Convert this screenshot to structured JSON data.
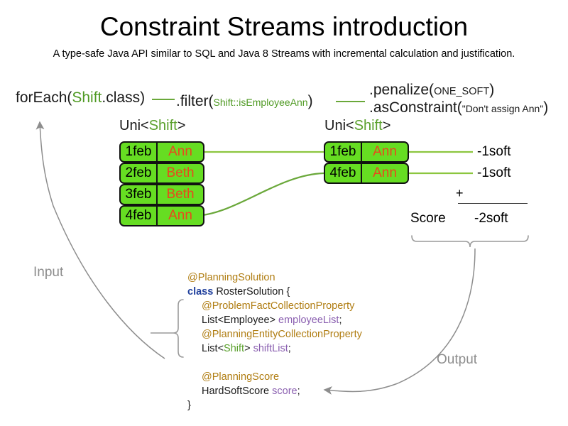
{
  "heading": {
    "title": "Constraint Streams introduction",
    "subtitle": "A type-safe Java API similar to SQL and Java 8 Streams with incremental calculation and justification."
  },
  "api_pipeline": {
    "for_each": {
      "call": "forEach(",
      "type": "Shift",
      "tail": ".class)"
    },
    "filter": {
      "call": ".filter(",
      "type": "Shift",
      "method": "::isEmployeeAnn",
      "tail": ")"
    },
    "penalize": {
      "call": ".penalize(",
      "arg": "ONE_SOFT",
      "tail": ")"
    },
    "as_constraint": {
      "call": ".asConstraint(",
      "arg": "\"Don't assign Ann\"",
      "tail": ")"
    }
  },
  "streams": {
    "left": {
      "label_prefix": "Uni<",
      "label_type": "Shift",
      "label_suffix": ">",
      "rows": [
        {
          "date": "1feb",
          "employee": "Ann"
        },
        {
          "date": "2feb",
          "employee": "Beth"
        },
        {
          "date": "3feb",
          "employee": "Beth"
        },
        {
          "date": "4feb",
          "employee": "Ann"
        }
      ]
    },
    "right": {
      "label_prefix": "Uni<",
      "label_type": "Shift",
      "label_suffix": ">",
      "rows": [
        {
          "date": "1feb",
          "employee": "Ann",
          "penalty": "-1soft"
        },
        {
          "date": "4feb",
          "employee": "Ann",
          "penalty": "-1soft"
        }
      ]
    }
  },
  "score": {
    "operator": "+",
    "label": "Score",
    "total": "-2soft"
  },
  "flow": {
    "input_label": "Input",
    "output_label": "Output"
  },
  "code": {
    "l1_annotation": "@PlanningSolution",
    "l2_keyword": "class",
    "l2_rest": " RosterSolution {",
    "l3_annotation": "@ProblemFactCollectionProperty",
    "l4_type": "List<Employee> ",
    "l4_field": "employeeList",
    "l4_semi": ";",
    "l5_annotation": "@PlanningEntityCollectionProperty",
    "l6_type_a": "List<",
    "l6_type_b": "Shift",
    "l6_type_c": "> ",
    "l6_field": "shiftList",
    "l6_semi": ";",
    "l7_annotation": "@PlanningScore",
    "l8_type": "HardSoftScore ",
    "l8_field": "score",
    "l8_semi": ";",
    "l9_close": "}"
  },
  "colors": {
    "accent_green": "#66dd22",
    "type_green": "#5aa02c",
    "employee_orange": "#e8491d",
    "annotation": "#b07d12",
    "keyword": "#1f3f9c",
    "field": "#8a5fb0",
    "flow_gray": "#8d8d8d"
  }
}
